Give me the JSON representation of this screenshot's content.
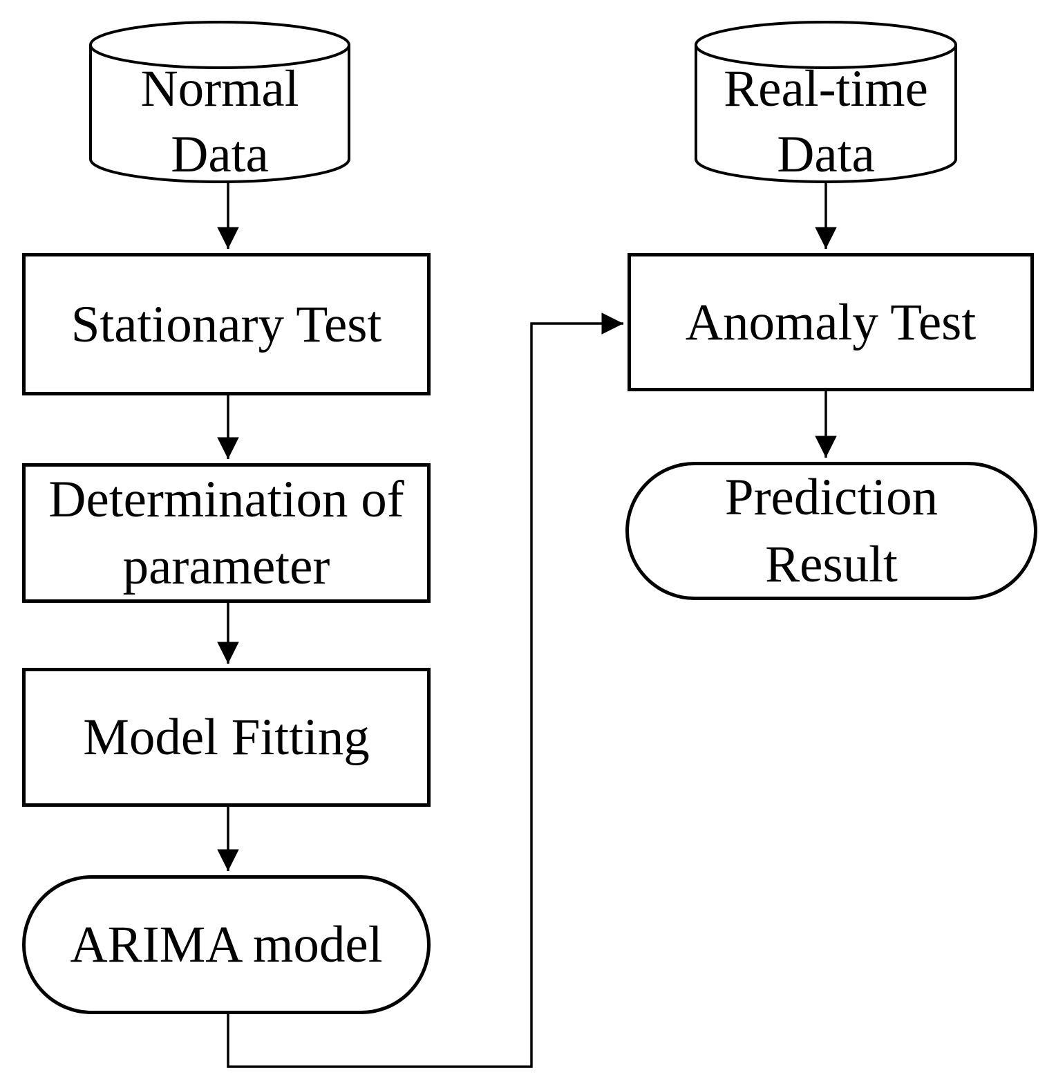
{
  "diagram": {
    "type": "flowchart",
    "colors": {
      "background": "#ffffff",
      "stroke": "#000000",
      "text": "#000000"
    },
    "nodes": {
      "normal_data": {
        "shape": "cylinder",
        "lines": [
          "Normal",
          "Data"
        ]
      },
      "stationary_test": {
        "shape": "rect",
        "lines": [
          "Stationary Test"
        ]
      },
      "determination": {
        "shape": "rect",
        "lines": [
          "Determination of",
          "parameter"
        ]
      },
      "model_fitting": {
        "shape": "rect",
        "lines": [
          "Model Fitting"
        ]
      },
      "arima_model": {
        "shape": "stadium",
        "lines": [
          "ARIMA model"
        ]
      },
      "real_time_data": {
        "shape": "cylinder",
        "lines": [
          "Real-time",
          "Data"
        ]
      },
      "anomaly_test": {
        "shape": "rect",
        "lines": [
          "Anomaly Test"
        ]
      },
      "prediction_result": {
        "shape": "stadium",
        "lines": [
          "Prediction",
          "Result"
        ]
      }
    },
    "edges": [
      {
        "from": "normal_data",
        "to": "stationary_test"
      },
      {
        "from": "stationary_test",
        "to": "determination"
      },
      {
        "from": "determination",
        "to": "model_fitting"
      },
      {
        "from": "model_fitting",
        "to": "arima_model"
      },
      {
        "from": "arima_model",
        "to": "anomaly_test"
      },
      {
        "from": "real_time_data",
        "to": "anomaly_test"
      },
      {
        "from": "anomaly_test",
        "to": "prediction_result"
      }
    ]
  }
}
